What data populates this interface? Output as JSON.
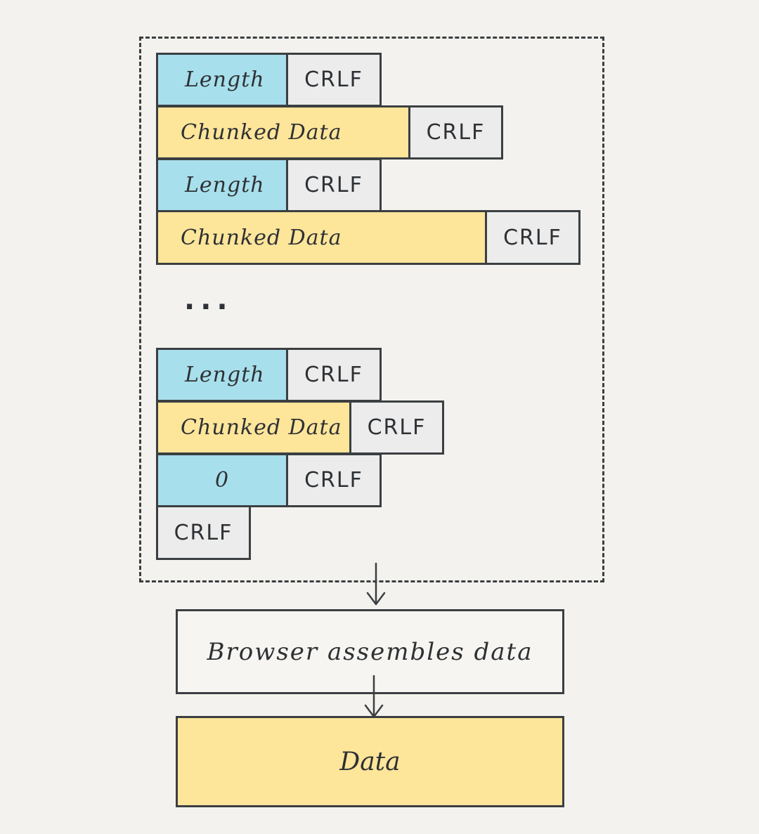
{
  "colors": {
    "length_fill": "#a8dfec",
    "data_fill": "#fde59a",
    "crlf_fill": "#ececec",
    "stroke": "#3b3f42",
    "background": "#f3f2ee"
  },
  "chunks": [
    {
      "length": "Length",
      "crlf_after_length": "CRLF",
      "data": "Chunked Data",
      "crlf_after_data": "CRLF"
    },
    {
      "length": "Length",
      "crlf_after_length": "CRLF",
      "data": "Chunked Data",
      "crlf_after_data": "CRLF"
    },
    {
      "length": "Length",
      "crlf_after_length": "CRLF",
      "data": "Chunked Data",
      "crlf_after_data": "CRLF"
    }
  ],
  "ellipsis": "...",
  "terminator": {
    "length": "0",
    "crlf_after_length": "CRLF",
    "final_crlf": "CRLF"
  },
  "process": {
    "label": "Browser assembles data"
  },
  "output": {
    "label": "Data"
  }
}
